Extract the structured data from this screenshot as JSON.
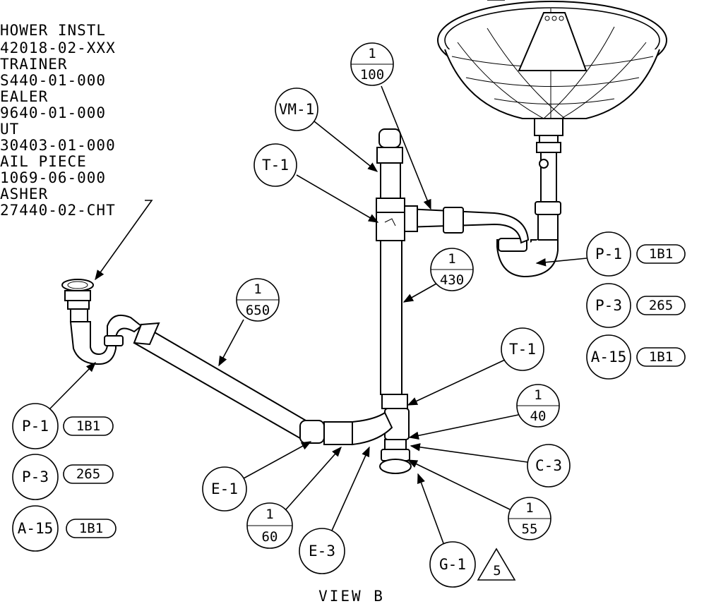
{
  "notes": [
    "HOWER INSTL",
    "42018-02-XXX",
    "TRAINER",
    "S440-01-000",
    "EALER",
    "9640-01-000",
    "UT",
    "30403-01-000",
    "AIL PIECE",
    "1069-06-000",
    "ASHER",
    "27440-02-CHT"
  ],
  "labels": {
    "vm1": "VM-1",
    "t1_top": "T-1",
    "t1_right": "T-1",
    "p1_right": "P-1",
    "p3_right": "P-3",
    "a15_right": "A-15",
    "p1_left": "P-1",
    "p3_left": "P-3",
    "a15_left": "A-15",
    "e1": "E-1",
    "e3": "E-3",
    "c3": "C-3",
    "g1": "G-1"
  },
  "tags": {
    "p1_right": "1B1",
    "p3_right": "265",
    "a15_right": "1B1",
    "p1_left": "1B1",
    "p3_left": "265",
    "a15_left": "1B1"
  },
  "fractions": {
    "f100": {
      "num": "1",
      "den": "100"
    },
    "f430": {
      "num": "1",
      "den": "430"
    },
    "f650": {
      "num": "1",
      "den": "650"
    },
    "f40": {
      "num": "1",
      "den": "40"
    },
    "f60": {
      "num": "1",
      "den": "60"
    },
    "f55": {
      "num": "1",
      "den": "55"
    }
  },
  "revision_triangle": "5",
  "view_label": "VIEW B"
}
